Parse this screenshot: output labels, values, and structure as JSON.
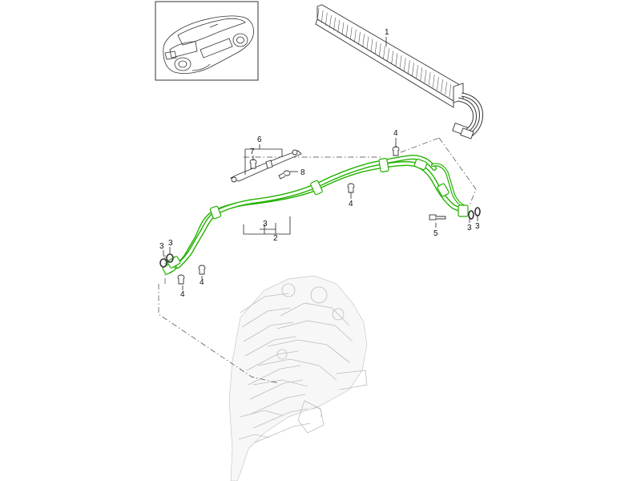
{
  "diagram": {
    "callouts": {
      "c1": "1",
      "c2": "2",
      "c3_mid": "3",
      "c3_left_a": "3",
      "c3_left_b": "3",
      "c3_right_a": "3",
      "c3_right_b": "3",
      "c4_top": "4",
      "c4_mid": "4",
      "c4_left_a": "4",
      "c4_left_b": "4",
      "c5": "5",
      "c6": "6",
      "c7": "7",
      "c8": "8"
    },
    "colors": {
      "highlight": "#22b100",
      "linework": "#222222",
      "ghost": "#c8c8c8"
    }
  }
}
